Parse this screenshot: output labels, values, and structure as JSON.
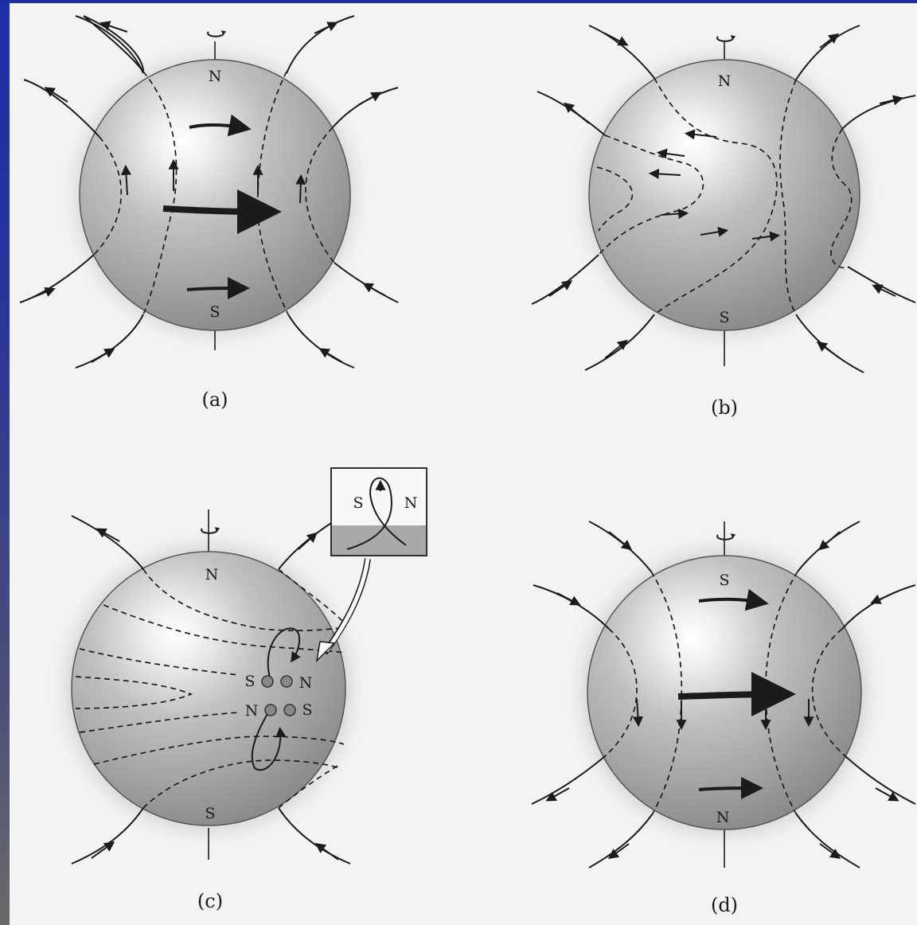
{
  "panels": [
    {
      "id": "a",
      "caption": "(a)",
      "top_label": "N",
      "bottom_label": "S"
    },
    {
      "id": "b",
      "caption": "(b)",
      "top_label": "N",
      "bottom_label": "S"
    },
    {
      "id": "c",
      "caption": "(c)",
      "top_label": "N",
      "bottom_label": "S",
      "spot_pair_upper": {
        "left": "S",
        "right": "N"
      },
      "spot_pair_lower": {
        "left": "N",
        "right": "S"
      },
      "inset": {
        "left": "S",
        "right": "N"
      }
    },
    {
      "id": "d",
      "caption": "(d)",
      "top_label": "S",
      "bottom_label": "N"
    }
  ]
}
